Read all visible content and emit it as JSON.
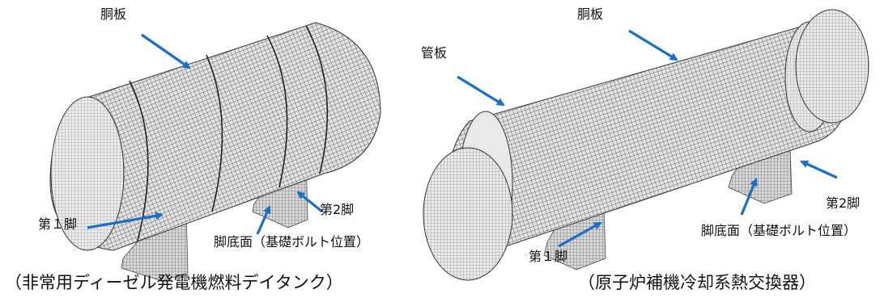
{
  "left_figure": {
    "labels": {
      "shell": "胴板",
      "leg1": "第１脚",
      "leg2": "第2脚",
      "base": "脚底面（基礎ボルト位置）"
    },
    "caption": "（非常用ディーゼル発電機燃料デイタンク）",
    "mesh_color": "#3a3a3a"
  },
  "right_figure": {
    "labels": {
      "shell": "胴板",
      "tubesheet": "管板",
      "leg1": "第１脚",
      "leg2": "第2脚",
      "base": "脚底面（基礎ボルト位置）"
    },
    "caption": "（原子炉補機冷却系熱交換器）",
    "mesh_color": "#3a3a3a"
  },
  "arrow_color": "#1b6fc4"
}
